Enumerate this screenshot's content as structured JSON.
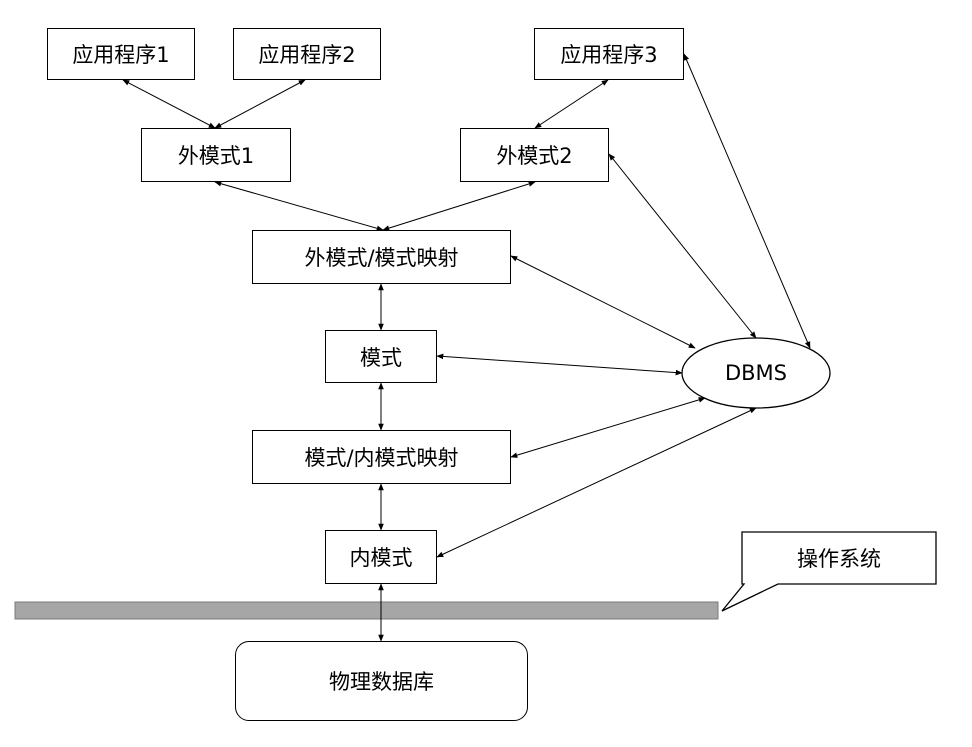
{
  "nodes": {
    "app1": "应用程序1",
    "app2": "应用程序2",
    "app3": "应用程序3",
    "ext1": "外模式1",
    "ext2": "外模式2",
    "ext_map": "外模式/模式映射",
    "schema": "模式",
    "int_map": "模式/内模式映射",
    "internal": "内模式",
    "physical": "物理数据库",
    "dbms": "DBMS",
    "os_callout": "操作系统"
  },
  "colors": {
    "line": "#000000",
    "os_bar": "#a6a6a6",
    "background": "#ffffff"
  }
}
